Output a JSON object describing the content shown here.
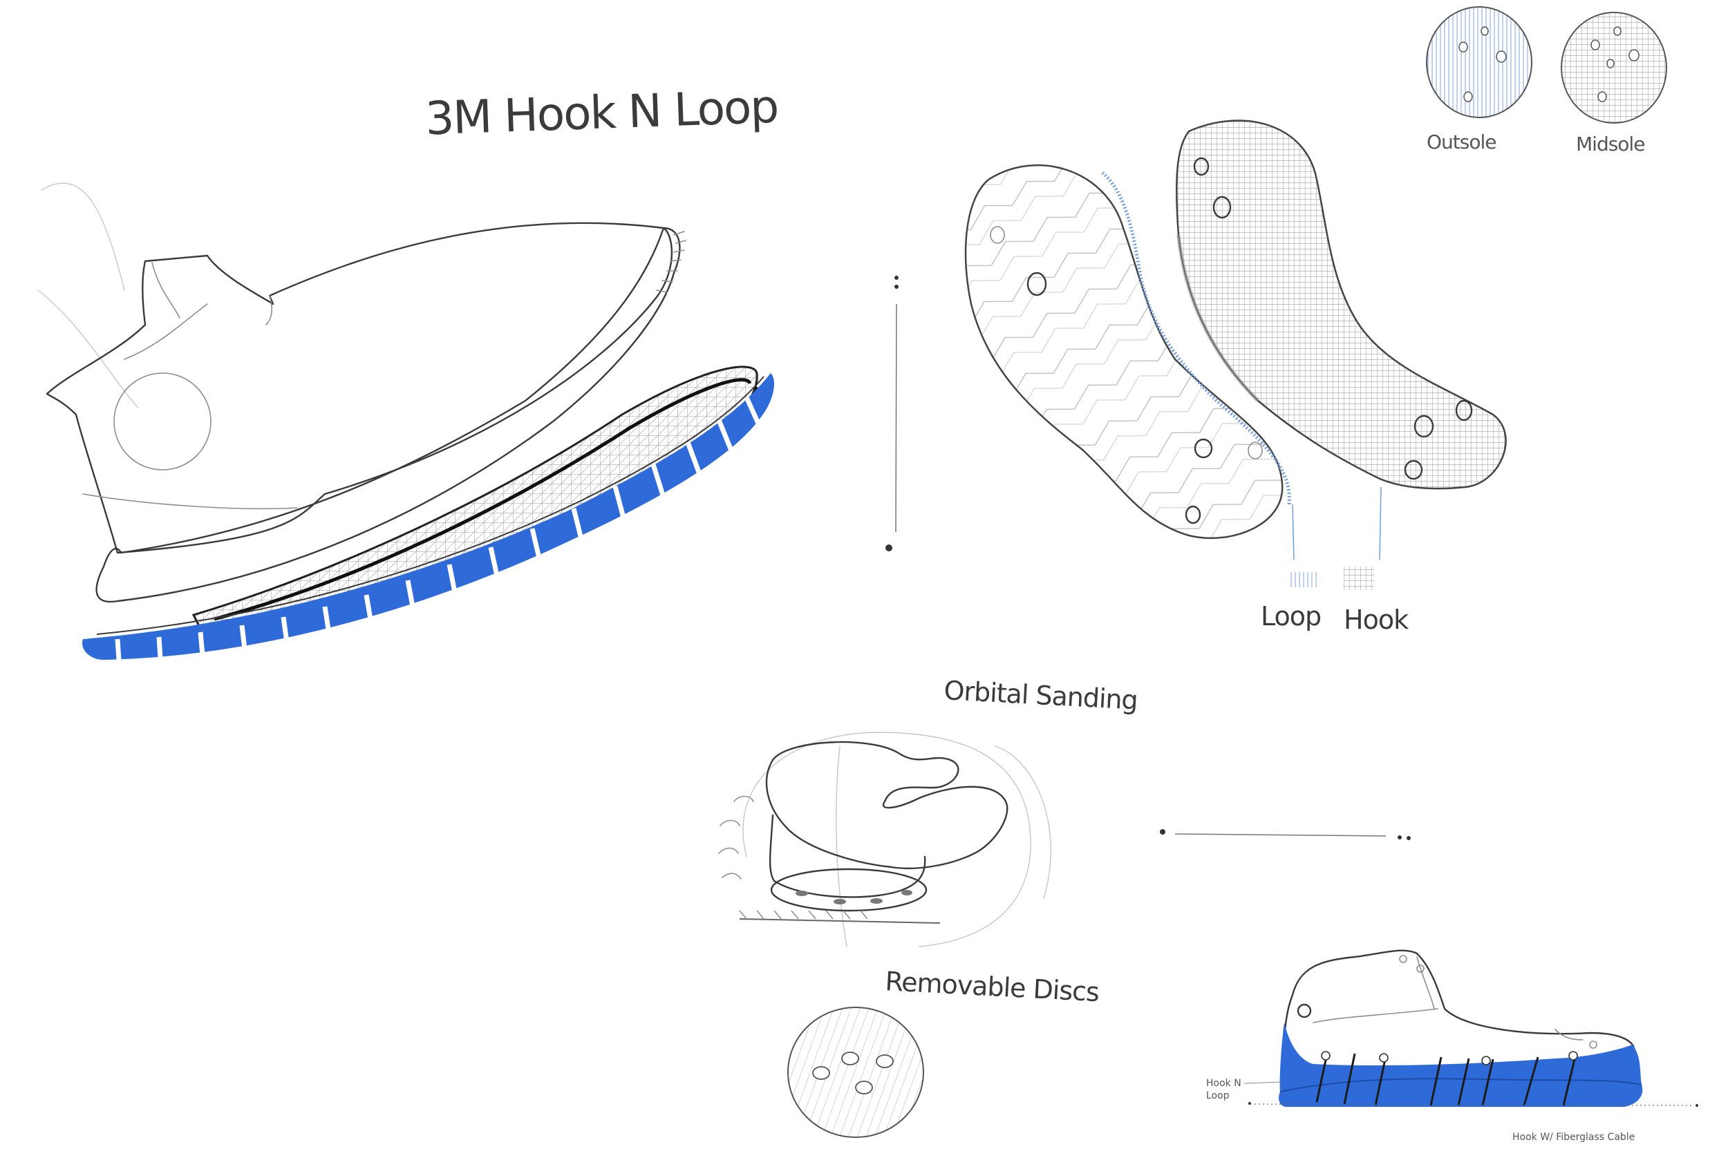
{
  "labels": {
    "title": "3M Hook N Loop",
    "outsole": "Outsole",
    "midsole": "Midsole",
    "loop": "Loop",
    "hook": "Hook",
    "orbital_sanding": "Orbital Sanding",
    "removable_discs": "Removable Discs",
    "hook_n_loop_line1": "Hook N",
    "hook_n_loop_line2": "Loop",
    "hook_fiberglass": "Hook W/ Fiberglass Cable"
  },
  "colors": {
    "accent_blue": "#2f6ad9",
    "pencil": "#3a3a3a",
    "paper": "#ffffff"
  },
  "icons": {
    "outsole_swatch": "outsole-disc-icon",
    "midsole_swatch": "midsole-disc-icon",
    "removable_disc": "removable-disc-icon",
    "sander": "orbital-sander-icon"
  }
}
